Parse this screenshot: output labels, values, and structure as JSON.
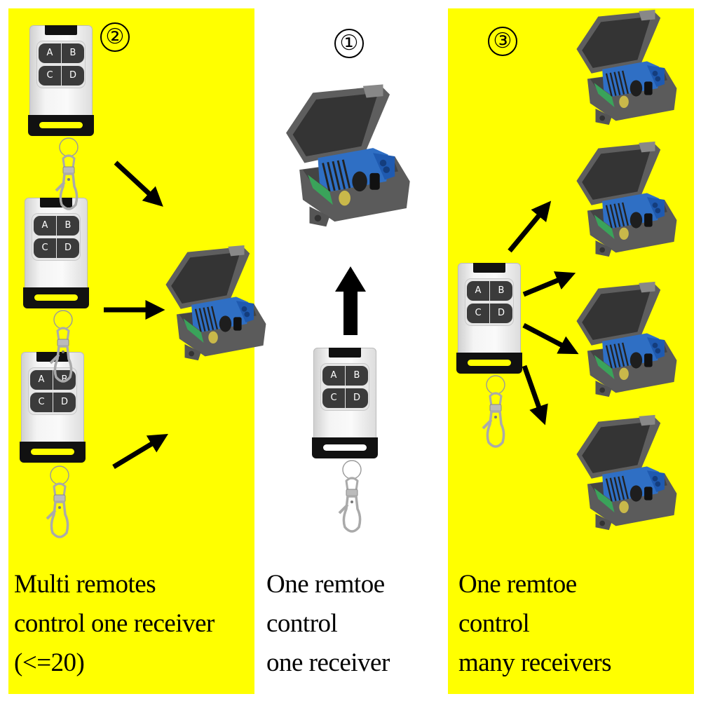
{
  "panels": [
    {
      "id": "multi-remotes",
      "badge": "②",
      "caption": [
        "Multi remotes",
        "control one receiver",
        "(<=20)"
      ],
      "background": "#ffff00",
      "remotes": 3,
      "receivers": 1
    },
    {
      "id": "one-to-one",
      "badge": "①",
      "caption": [
        "One remtoe",
        "control",
        "one receiver"
      ],
      "background": "#ffffff",
      "remotes": 1,
      "receivers": 1
    },
    {
      "id": "one-to-many",
      "badge": "③",
      "caption": [
        "One remtoe",
        "control",
        "many receivers"
      ],
      "background": "#ffff00",
      "remotes": 1,
      "receivers": 4
    }
  ],
  "remote_keys": [
    "A",
    "B",
    "C",
    "D"
  ],
  "colors": {
    "highlight": "#ffff00",
    "arrow": "#000000",
    "relay_blue": "#2f6fc4",
    "enclosure_gray": "#5a5a5a",
    "pcb_green": "#3aa35a"
  }
}
